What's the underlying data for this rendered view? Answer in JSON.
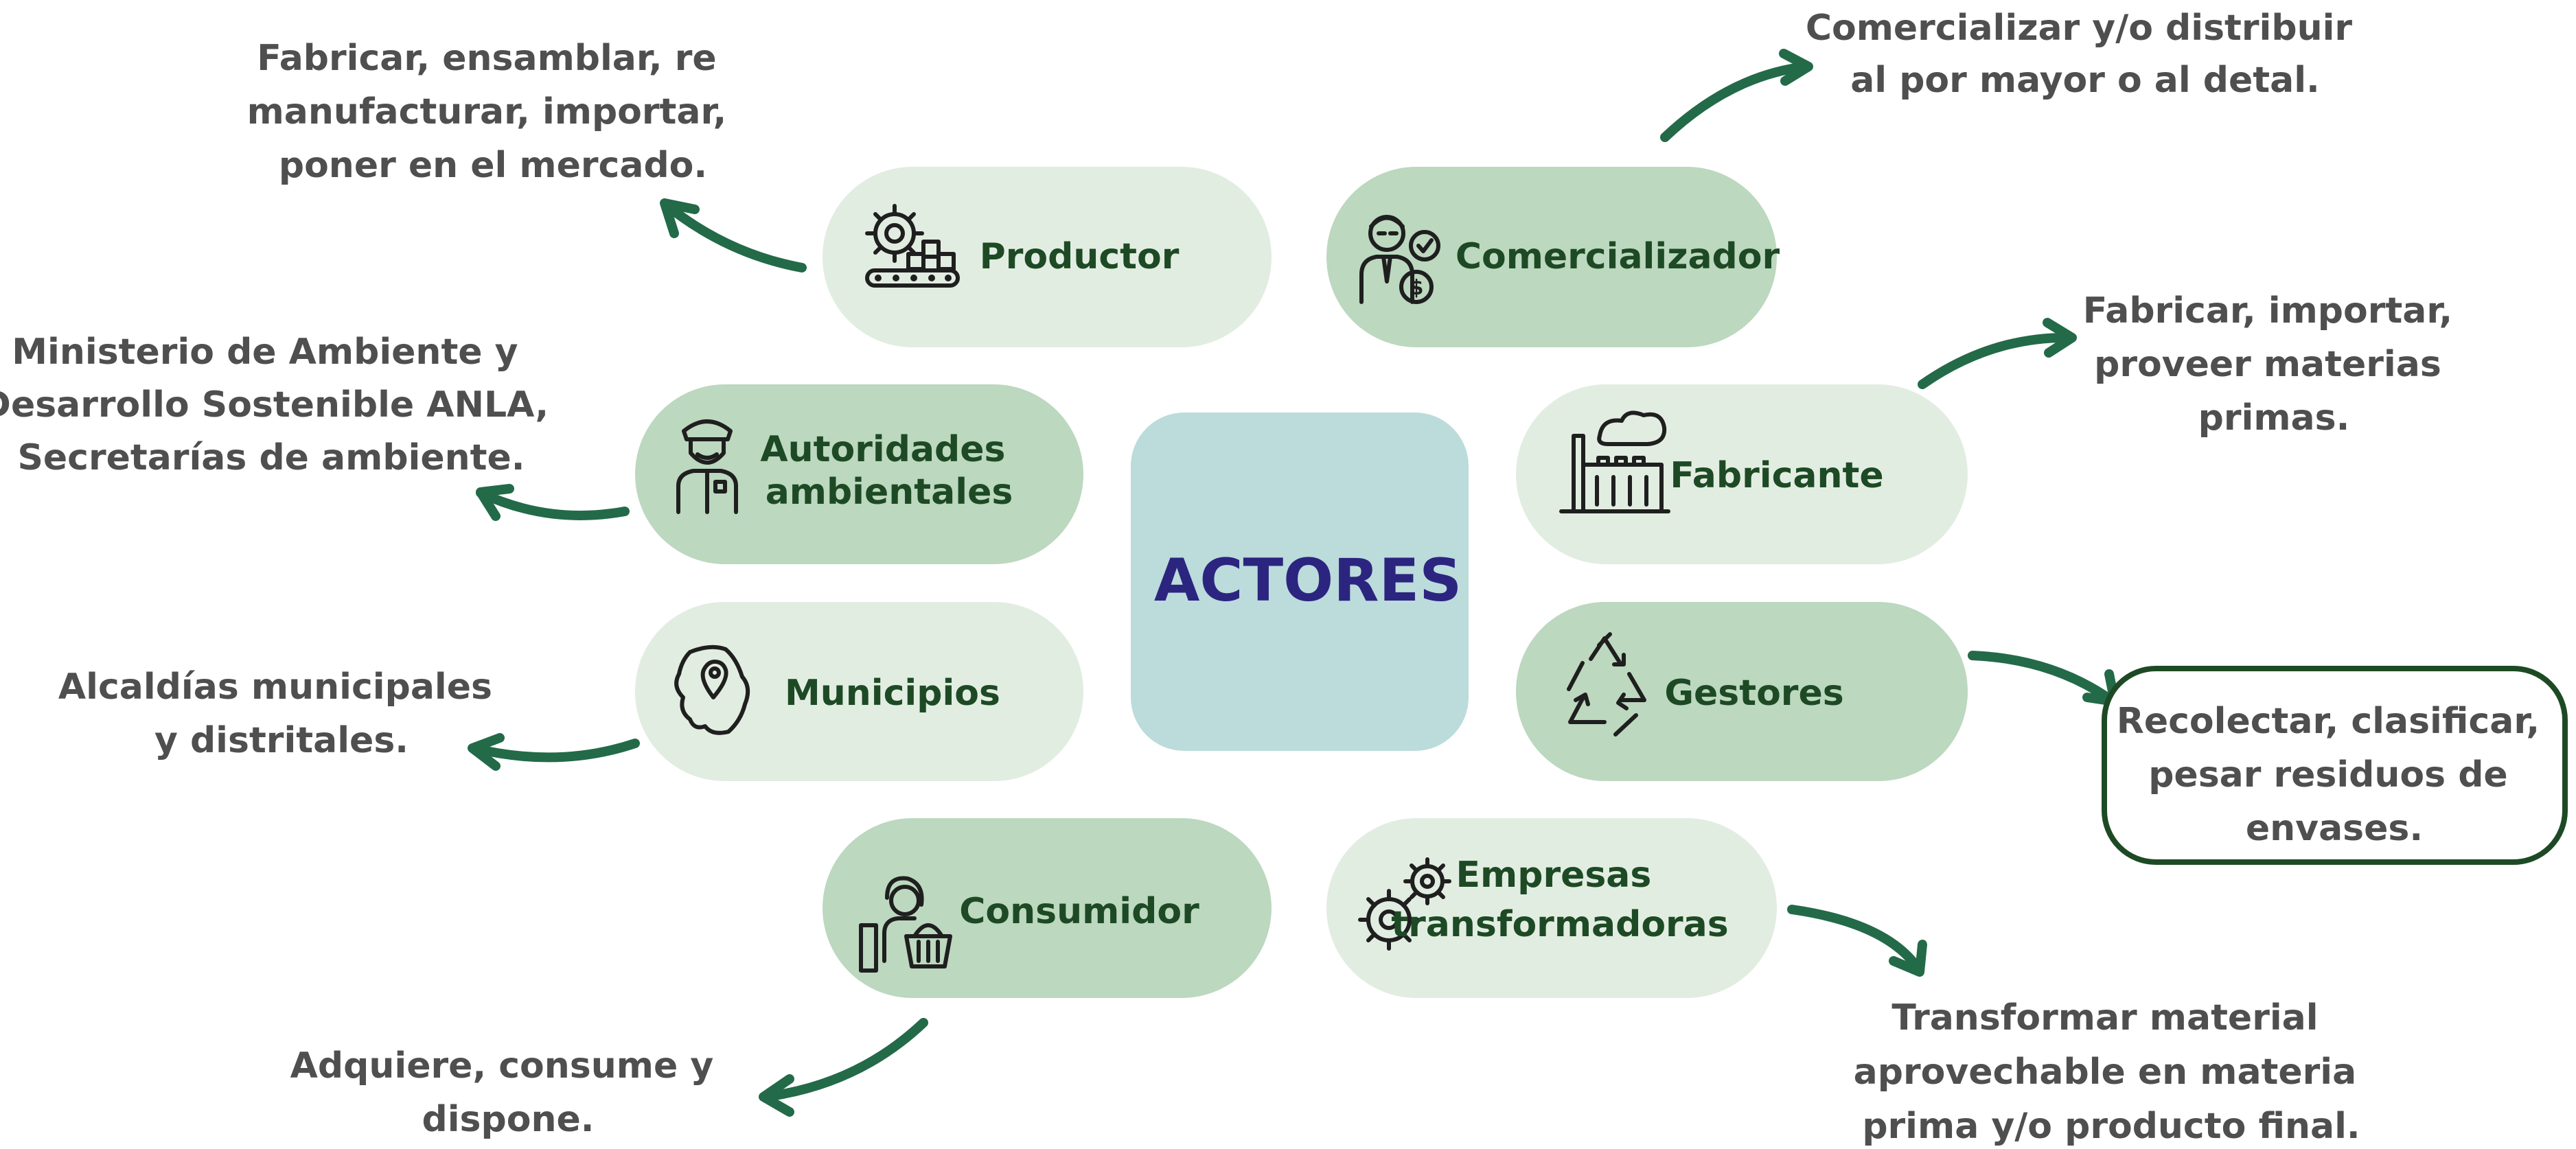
{
  "center": {
    "label": "ACTORES"
  },
  "actors": {
    "productor": {
      "label": [
        "Productor"
      ],
      "icon": "production-line-icon",
      "description": [
        "Fabricar, ensamblar, re",
        "manufacturar, importar,",
        "poner en el mercado."
      ]
    },
    "comercializador": {
      "label": [
        "Comercializador"
      ],
      "icon": "businessman-icon",
      "description": [
        "Comercializar y/o distribuir",
        "al por mayor o al detal."
      ]
    },
    "autoridades": {
      "label": [
        "Autoridades",
        "ambientales"
      ],
      "icon": "officer-icon",
      "description": [
        "Ministerio de Ambiente y",
        "Desarrollo Sostenible ANLA,",
        "Secretarías de ambiente."
      ]
    },
    "fabricante": {
      "label": [
        "Fabricante"
      ],
      "icon": "factory-icon",
      "description": [
        "Fabricar, importar,",
        "proveer materias",
        "primas."
      ]
    },
    "municipios": {
      "label": [
        "Municipios"
      ],
      "icon": "map-pin-icon",
      "description": [
        "Alcaldías municipales",
        "y distritales."
      ]
    },
    "gestores": {
      "label": [
        "Gestores"
      ],
      "label_color": "#5c9a46",
      "icon": "recycle-icon",
      "description": [
        "Recolectar, clasificar,",
        "pesar residuos de",
        "envases."
      ]
    },
    "consumidor": {
      "label": [
        "Consumidor"
      ],
      "icon": "shopper-icon",
      "description": [
        "Adquiere, consume y",
        "dispone."
      ]
    },
    "empresas": {
      "label": [
        "Empresas",
        "transformadoras"
      ],
      "icon": "gears-icon",
      "description": [
        "Transformar material",
        "aprovechable en materia",
        "prima y/o producto final."
      ]
    }
  },
  "colors": {
    "pill_light": "#e2ede2",
    "pill_mid": "#bcd8bf",
    "center_box": "#bcdbdb",
    "center_text": "#2b2580",
    "label_text": "#1d4a24",
    "description_text": "#4f4f4f",
    "arrow": "#236a49"
  }
}
